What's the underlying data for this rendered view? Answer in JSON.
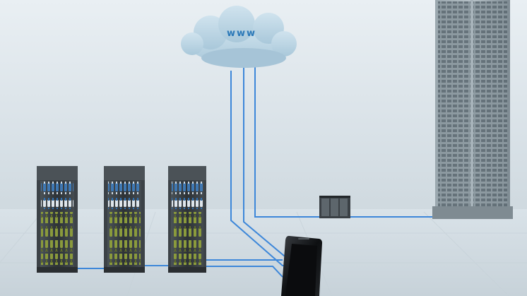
{
  "cloud": {
    "label": "www",
    "color": "#bcd6e6",
    "text_color": "#2a78b8"
  },
  "colors": {
    "sky_top": "#e8eef2",
    "sky_bottom": "#d3dde3",
    "floor": "#dce4e9",
    "connection_line": "#3d87d9",
    "cooler_frame": "#3c4247",
    "tower_glass": "#7e8e98",
    "phone_body": "#16181b"
  },
  "scene": {
    "coolers": [
      {
        "name": "cooler-left"
      },
      {
        "name": "cooler-middle"
      },
      {
        "name": "cooler-right"
      }
    ],
    "server_unit": {
      "name": "server-unit"
    },
    "tower": {
      "name": "office-tower"
    },
    "phone": {
      "name": "smartphone"
    }
  }
}
